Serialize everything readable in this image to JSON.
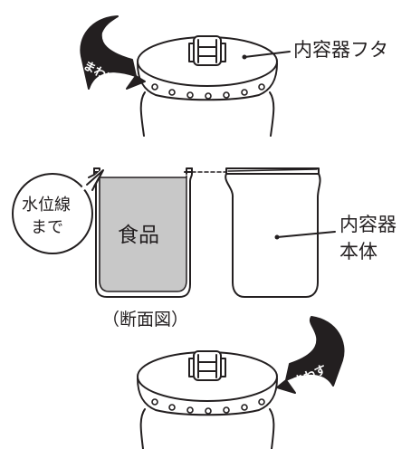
{
  "labels": {
    "lid": "内容器フタ",
    "body_line1": "内容器",
    "body_line2": "本体",
    "food": "食品",
    "section": "（断面図）",
    "water_line1": "水位線",
    "water_line2": "まで"
  },
  "arrows": {
    "top_turn": "まわす",
    "bottom_turn": "まわす"
  },
  "colors": {
    "line": "#231f20",
    "food_fill": "#c8c8c8",
    "arrow_fill": "#231f20"
  }
}
